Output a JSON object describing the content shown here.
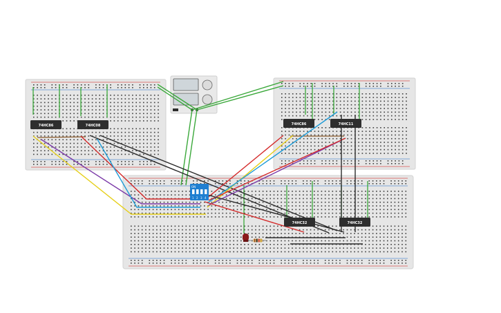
{
  "colors": {
    "board": "#e4e4e4",
    "board_edge": "#d0d0d0",
    "hole": "#3d3d3d",
    "rail_red": "#d9534f",
    "rail_blue": "#5b8fd1",
    "chip": "#2e2e2e",
    "wire_green": "#3aa83a",
    "wire_black": "#2b2b2b",
    "wire_red": "#d42a2a",
    "wire_blue": "#1e9bd7",
    "wire_yellow": "#e6cf1a",
    "wire_purple": "#7b3aa8",
    "wire_brown": "#8a5a2b",
    "dip_switch": "#1f7fd1",
    "led": "#8b1a1a",
    "power_supply": "#e8e8e8",
    "display": "#cfd6da"
  },
  "chips": {
    "chip1": "74HC86",
    "chip2": "74HC08",
    "chip3": "74HC86",
    "chip4": "74HC11",
    "chip5": "74HC32",
    "chip6": "74HC32"
  },
  "dip_switch": {
    "label": "ON",
    "positions": [
      "1",
      "2",
      "3",
      "4"
    ]
  },
  "components": {
    "led_icon": "led-icon",
    "resistor_icon": "resistor-icon",
    "power_supply_icon": "power-supply-icon"
  }
}
